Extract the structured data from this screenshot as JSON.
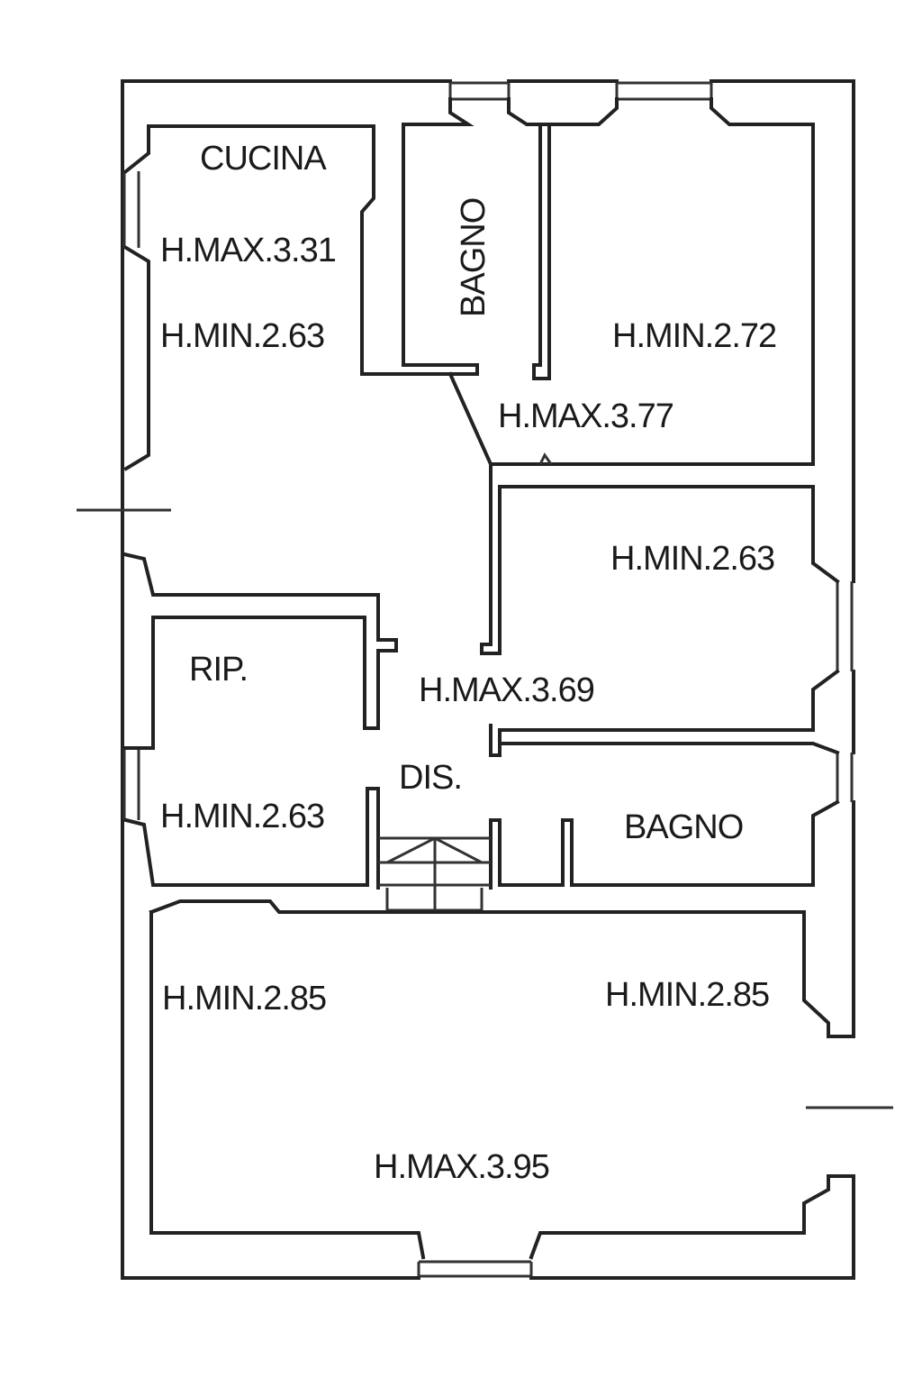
{
  "colors": {
    "background": "#ffffff",
    "ink": "#222222"
  },
  "rooms": {
    "cucina": {
      "name": "CUCINA",
      "h_max": "H.MAX.3.31",
      "h_min": "H.MIN.2.63"
    },
    "bagno_top": {
      "name": "BAGNO"
    },
    "camera_1": {
      "h_min": "H.MIN.2.72",
      "h_max": "H.MAX.3.77"
    },
    "camera_2": {
      "h_min": "H.MIN.2.63",
      "h_max": "H.MAX.3.69"
    },
    "ripostiglio": {
      "name": "RIP.",
      "h_min": "H.MIN.2.63"
    },
    "disimpegno": {
      "name": "DIS."
    },
    "bagno_2": {
      "name": "BAGNO"
    },
    "soggiorno": {
      "h_min_left": "H.MIN.2.85",
      "h_min_right": "H.MIN.2.85",
      "h_max": "H.MAX.3.95"
    }
  }
}
